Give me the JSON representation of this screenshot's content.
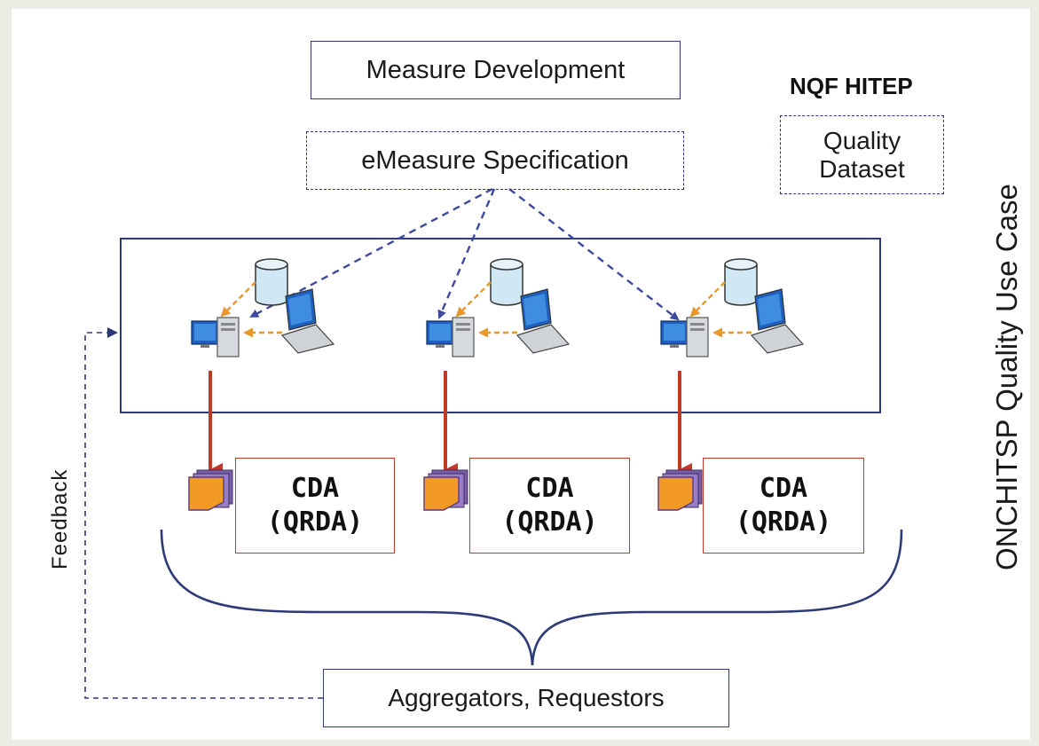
{
  "top": {
    "measure_development": "Measure Development",
    "emeasure_specification": "eMeasure Specification"
  },
  "nqf": {
    "title": "NQF HITEP",
    "dataset_line1": "Quality",
    "dataset_line2": "Dataset"
  },
  "side_label": "ONCHITSP Quality Use Case",
  "feedback_label": "Feedback",
  "cda_boxes": [
    {
      "line1": "CDA",
      "line2": "(QRDA)"
    },
    {
      "line1": "CDA",
      "line2": "(QRDA)"
    },
    {
      "line1": "CDA",
      "line2": "(QRDA)"
    }
  ],
  "aggregators_label": "Aggregators, Requestors",
  "colors": {
    "navy": "#2c3a78",
    "dashed_arrow": "#3d4aa0",
    "red_arrow": "#c0392b",
    "orange_arrow": "#e8962e",
    "document_orange": "#f39a25",
    "database_blue": "#cfe8f3"
  },
  "icons": [
    "database-icon",
    "desktop-computer-icon",
    "laptop-icon",
    "document-icon"
  ]
}
